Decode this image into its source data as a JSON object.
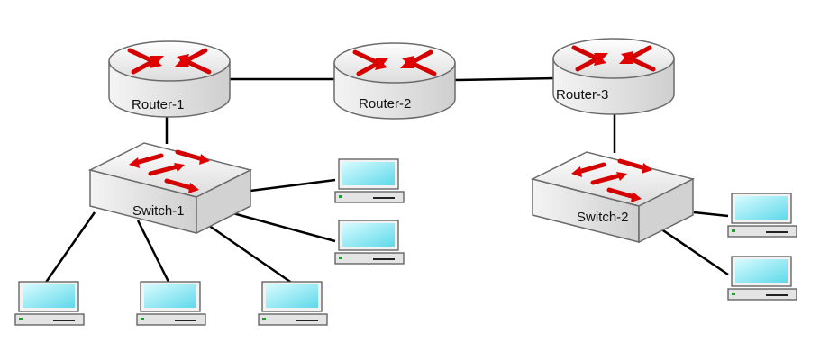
{
  "routers": [
    {
      "id": "r1",
      "label": "Router-1"
    },
    {
      "id": "r2",
      "label": "Router-2"
    },
    {
      "id": "r3",
      "label": "Router-3"
    }
  ],
  "switches": [
    {
      "id": "s1",
      "label": "Switch-1"
    },
    {
      "id": "s2",
      "label": "Switch-2"
    }
  ],
  "pcs": [
    "pc1",
    "pc2",
    "pc3",
    "pc4",
    "pc5",
    "pc6",
    "pc7"
  ],
  "colors": {
    "device_body": "#ececec",
    "device_outline": "#6b6b6b",
    "arrow": "#e00000",
    "screen": "#7fe6f2",
    "link": "#000000"
  },
  "links": [
    [
      "r1",
      "r2"
    ],
    [
      "r2",
      "r3"
    ],
    [
      "r1",
      "s1"
    ],
    [
      "r3",
      "s2"
    ],
    [
      "s1",
      "pc1"
    ],
    [
      "s1",
      "pc2"
    ],
    [
      "s1",
      "pc3"
    ],
    [
      "s1",
      "pc4"
    ],
    [
      "s1",
      "pc5"
    ],
    [
      "s2",
      "pc6"
    ],
    [
      "s2",
      "pc7"
    ]
  ]
}
